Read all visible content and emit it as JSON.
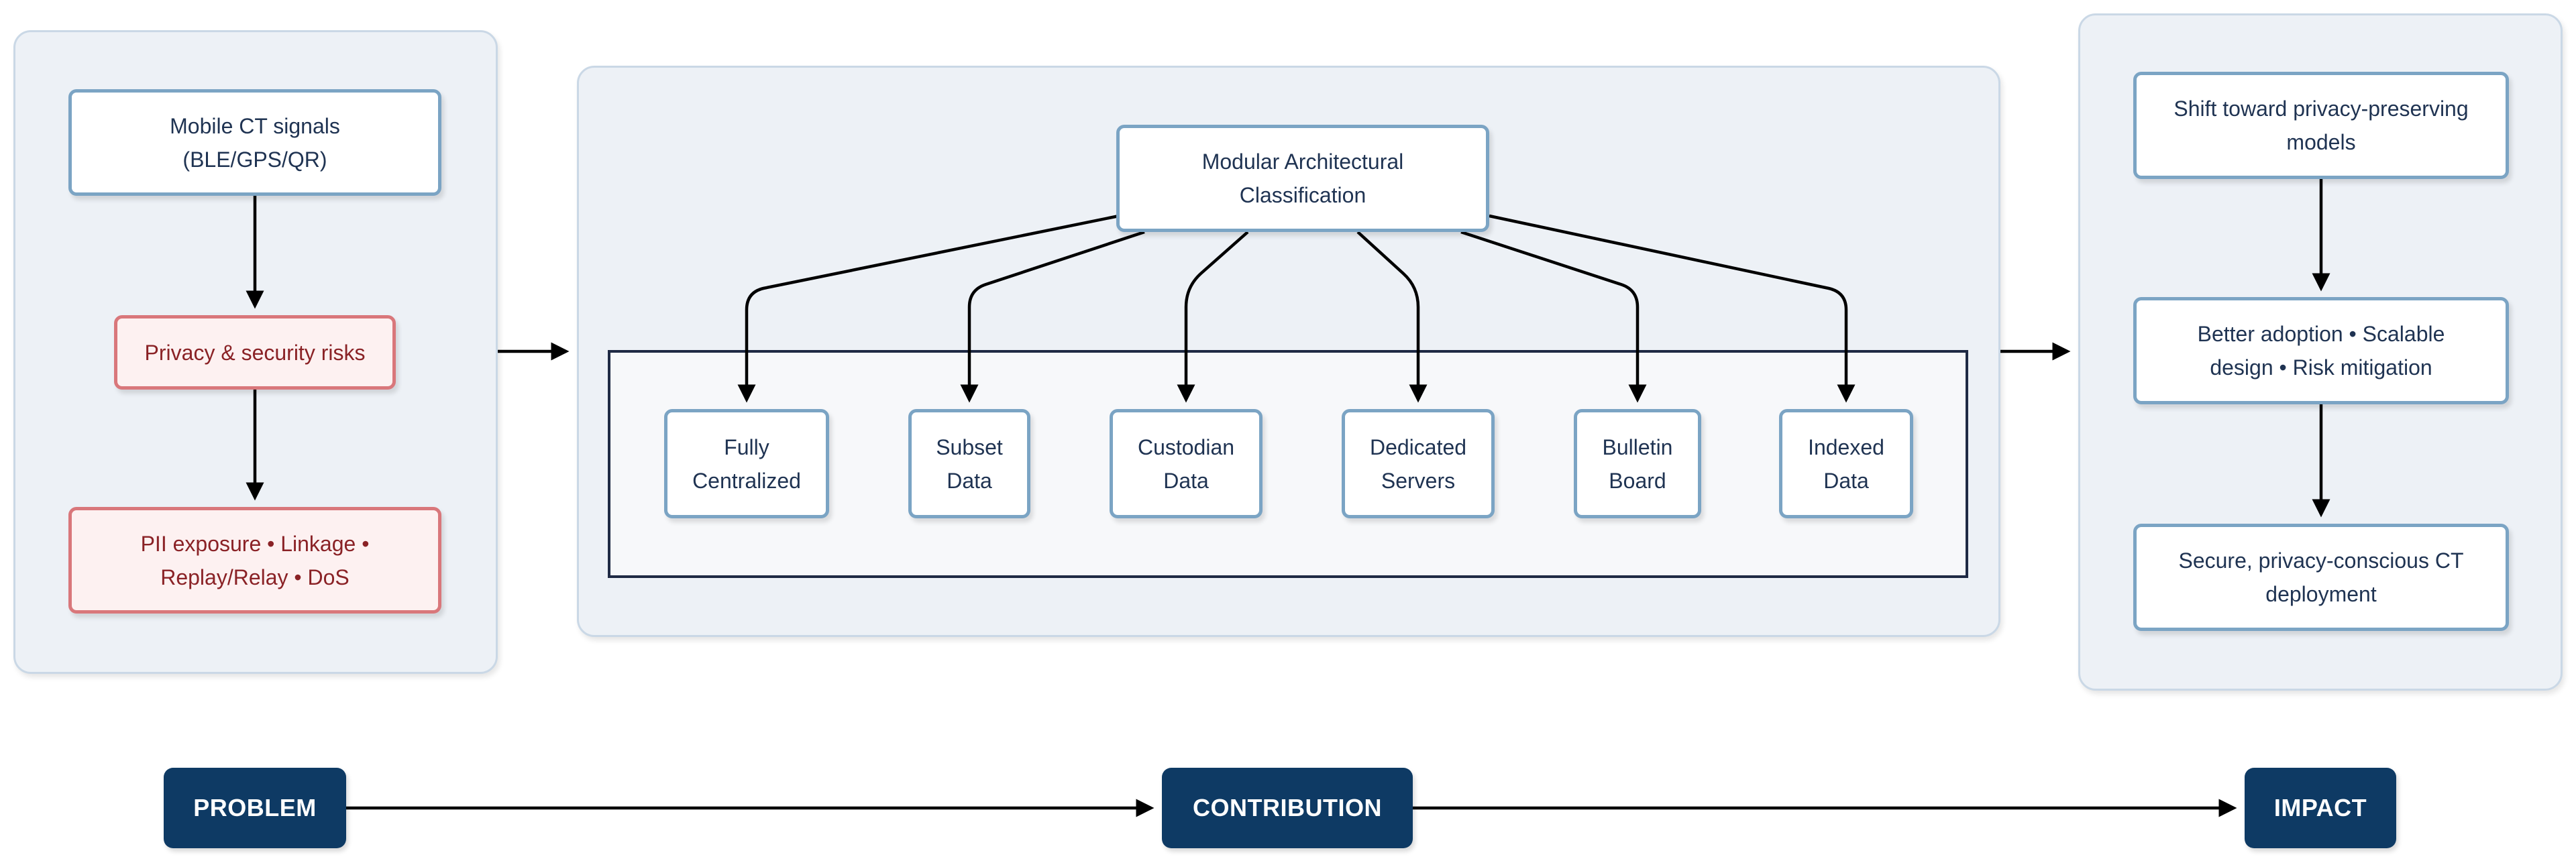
{
  "colors": {
    "panel_bg": "#edf1f6",
    "node_border": "#7ba4c4",
    "risk_border": "#d9777b",
    "risk_text": "#8a2226",
    "badge_bg": "#0e3a64",
    "edge": "#000000"
  },
  "problem": {
    "signals": "Mobile CT signals\n(BLE/GPS/QR)",
    "risks": "Privacy & security risks",
    "threats": "PII exposure • Linkage •\nReplay/Relay • DoS"
  },
  "contribution": {
    "classification": "Modular Architectural\nClassification",
    "architectures": [
      "Fully\nCentralized",
      "Subset\nData",
      "Custodian\nData",
      "Dedicated\nServers",
      "Bulletin\nBoard",
      "Indexed\nData"
    ]
  },
  "impact": {
    "shift": "Shift toward privacy-preserving\nmodels",
    "benefits": "Better adoption • Scalable\ndesign • Risk mitigation",
    "outcome": "Secure, privacy-conscious CT\ndeployment"
  },
  "stages": {
    "problem": "PROBLEM",
    "contribution": "CONTRIBUTION",
    "impact": "IMPACT"
  }
}
